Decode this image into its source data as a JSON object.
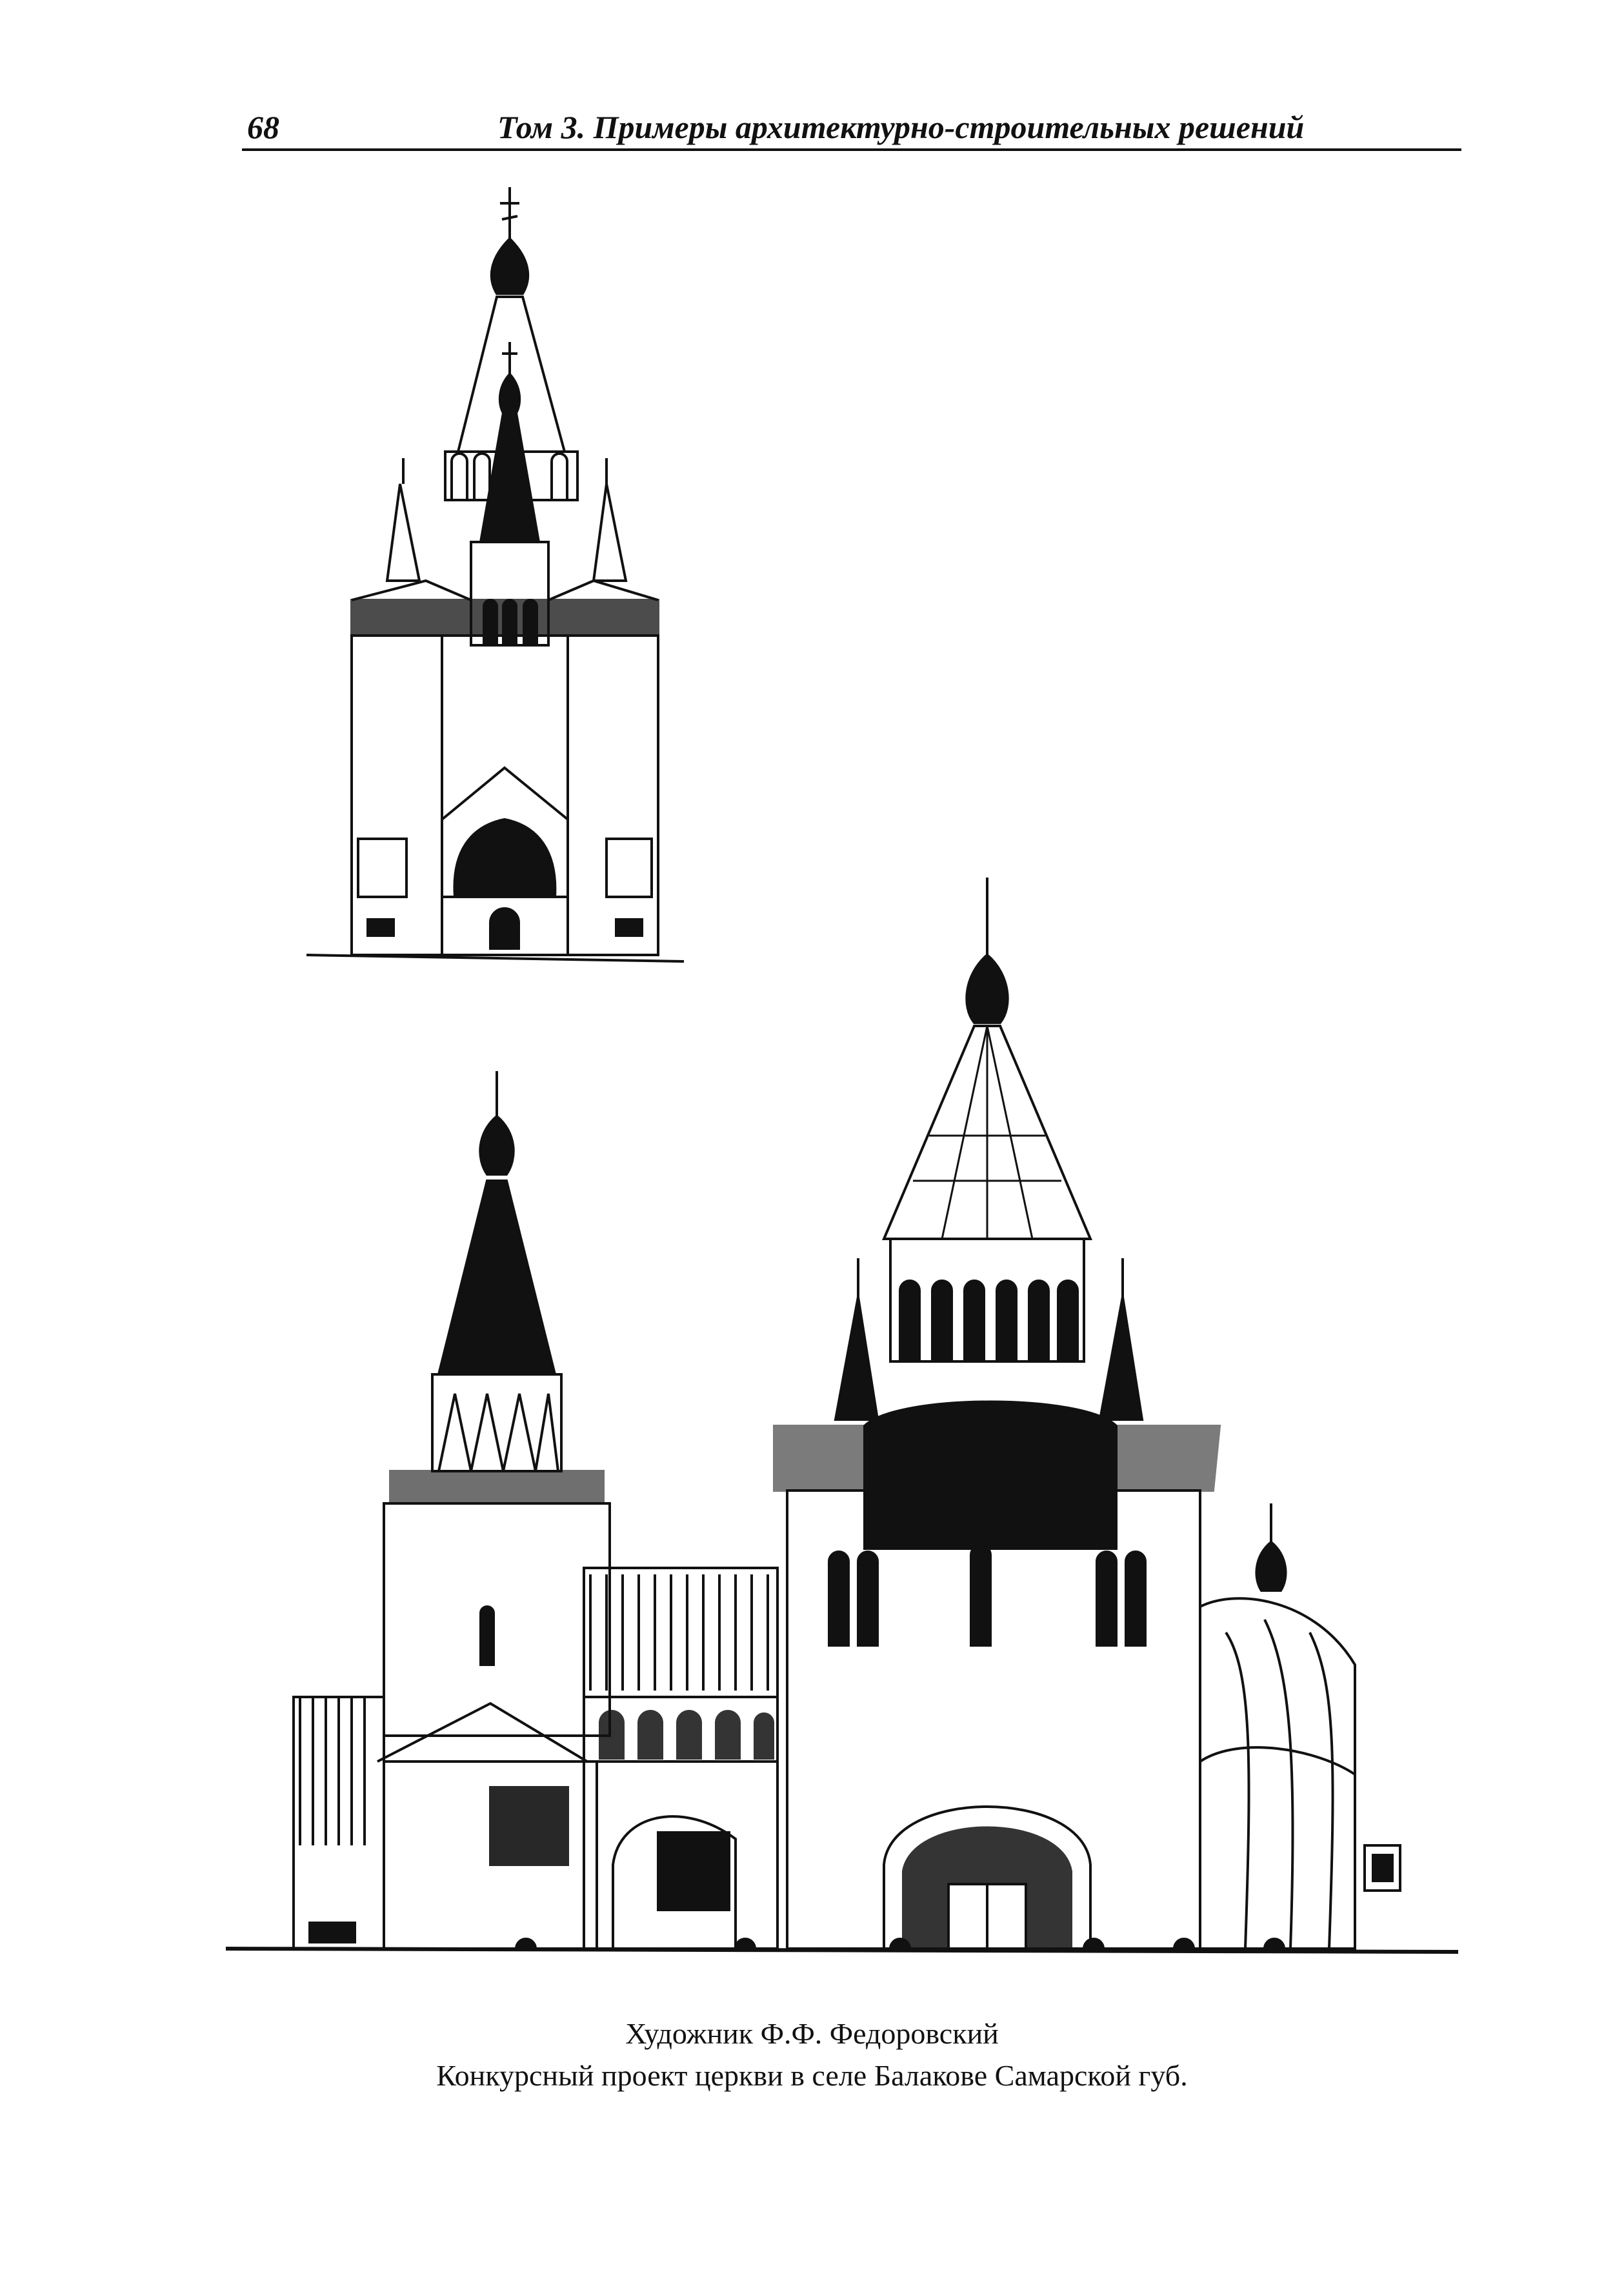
{
  "header": {
    "page_number": "68",
    "title": "Том 3. Примеры архитектурно-строительных решений"
  },
  "figures": {
    "top": {
      "subject": "church-side-elevation-drawing"
    },
    "bottom": {
      "subject": "church-front-elevation-drawing"
    }
  },
  "caption": {
    "author": "Художник Ф.Ф. Федоровский",
    "description": "Конкурсный проект церкви в селе Балакове Самарской губ."
  }
}
